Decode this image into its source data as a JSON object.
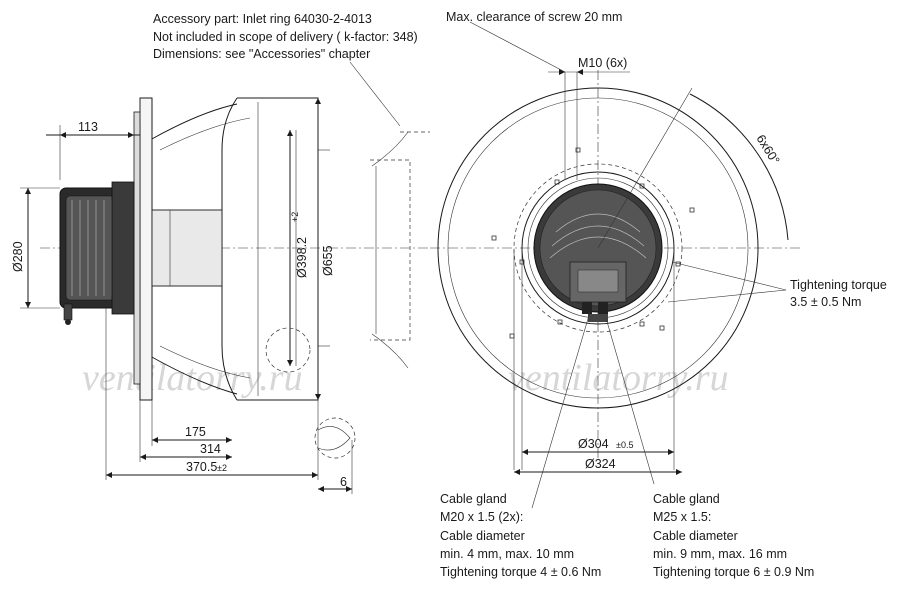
{
  "notes": {
    "accessory_line1": "Accessory part: Inlet ring 64030-2-4013",
    "accessory_line2": "Not included in scope of delivery ( k-factor: 348)",
    "accessory_line3": "Dimensions: see \"Accessories\" chapter",
    "clearance": "Max. clearance of screw 20 mm",
    "tightening_title": "Tightening torque",
    "tightening_value": "3.5 ± 0.5 Nm",
    "gland1": [
      "Cable gland",
      "M20 x 1.5 (2x):",
      "Cable diameter",
      "min. 4 mm, max. 10 mm",
      "Tightening torque 4 ± 0.6 Nm"
    ],
    "gland2": [
      "Cable gland",
      "M25 x 1.5:",
      "Cable diameter",
      "min. 9 mm, max. 16 mm",
      "Tightening torque 6 ± 0.9 Nm"
    ]
  },
  "dimensions": {
    "d113": "113",
    "d280": "Ø280",
    "d398": "Ø398.2",
    "d398_tol": "+2",
    "d655": "Ø655",
    "d175": "175",
    "d314": "314",
    "d370": "370.5",
    "d370_tol": "±2",
    "d6": "6",
    "m10": "M10 (6x)",
    "angle": "6x60°",
    "d304": "Ø304",
    "d304_tol": "±0.5",
    "d324": "Ø324"
  },
  "watermark": {
    "left": "ventilatorry.ru",
    "right": "ventilatorry.ru"
  },
  "colors": {
    "line": "#1a1a1a",
    "motor_fill": "#2a2a2a",
    "hub_fill": "#e9e9e9",
    "watermark": "#d6d6d6"
  }
}
